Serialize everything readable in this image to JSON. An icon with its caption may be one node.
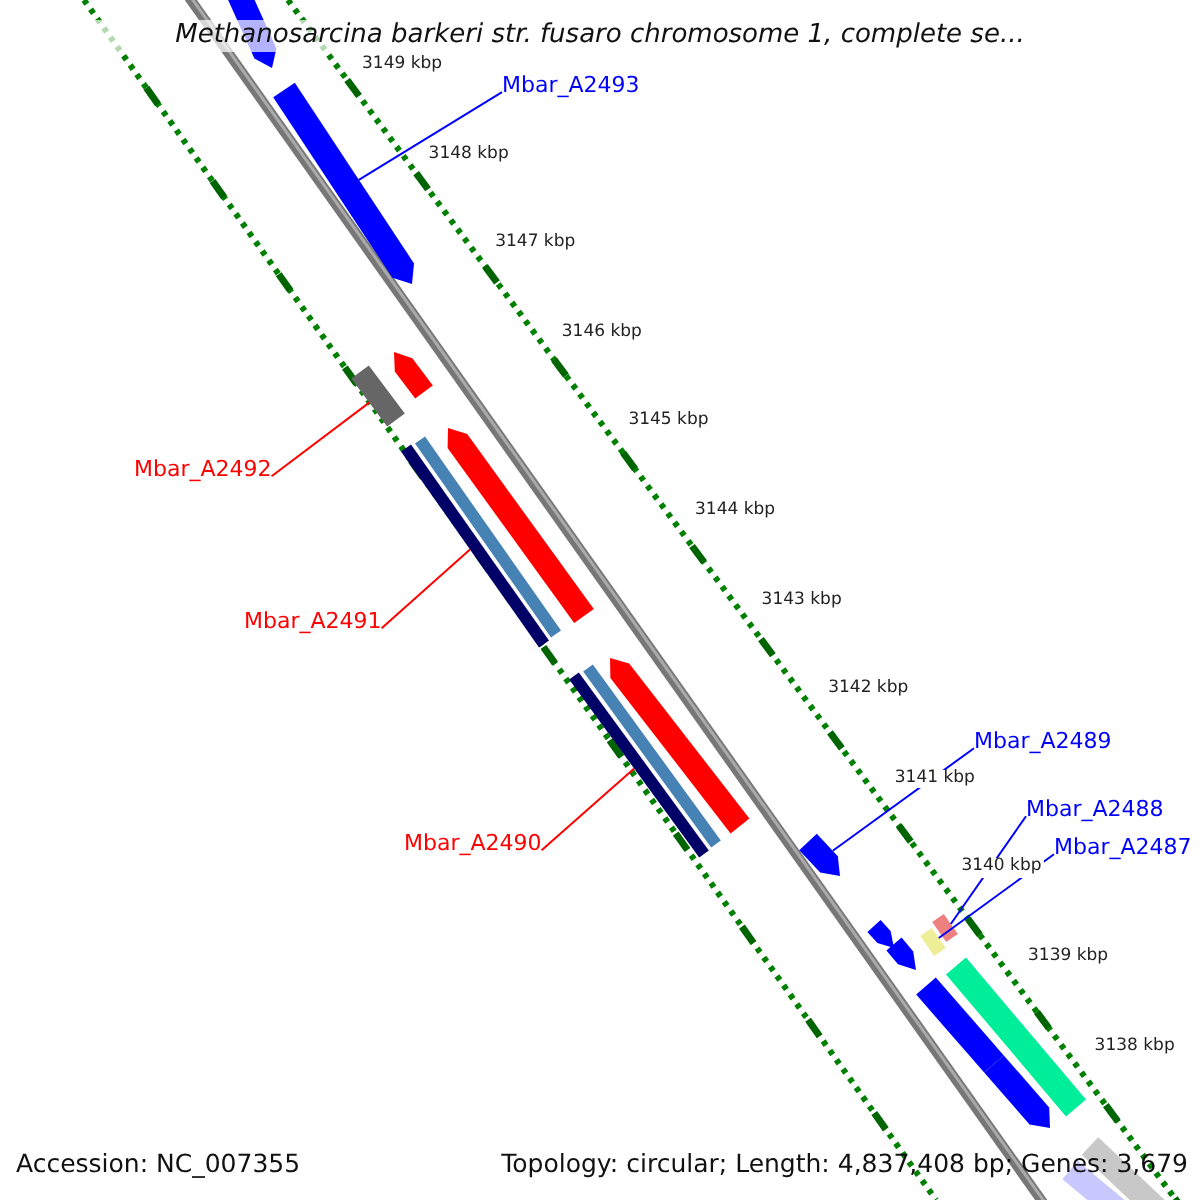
{
  "diagram": {
    "title": "Methanosarcina barkeri str. fusaro chromosome 1, complete se...",
    "nodes": [
      {
        "text": [
          "Mbar_A2493"
        ]
      },
      {
        "text": [],
        "shape": "bar"
      },
      {
        "text": [
          "Mbar_A2492"
        ]
      },
      {
        "text": [],
        "shape": "bar"
      },
      {
        "text": [
          "Mbar_A2491"
        ]
      },
      {
        "text": [],
        "shape": "bar"
      },
      {
        "text": [
          "Mbar_A2490"
        ]
      },
      {
        "text": [],
        "shape": "bar"
      },
      {
        "text": [
          "Mbar_A2489"
        ]
      },
      {
        "text": [],
        "shape": "bar"
      },
      {
        "text": [
          "Mbar_A2488"
        ]
      },
      {
        "text": [],
        "shape": "bar"
      },
      {
        "text": [
          "Mbar_A2487"
        ]
      },
      {
        "text": [],
        "shape": "bar"
      }
    ],
    "edges": [
      {
        "from": 0,
        "to": 1,
        "arrow": "none"
      },
      {
        "from": 2,
        "to": 3,
        "arrow": "none",
        "color": "#ff0000"
      },
      {
        "from": 4,
        "to": 5,
        "arrow": "none",
        "color": "#ff0000"
      },
      {
        "from": 6,
        "to": 7,
        "arrow": "none",
        "color": "#ff0000"
      },
      {
        "from": 8,
        "to": 9,
        "arrow": "none"
      },
      {
        "from": 10,
        "to": 11,
        "arrow": "none"
      },
      {
        "from": 12,
        "to": 13,
        "arrow": "none"
      }
    ],
    "labels": [
      "3149 kbp",
      "3148 kbp",
      "3147 kbp",
      "3146 kbp",
      "3145 kbp",
      "3144 kbp",
      "3143 kbp",
      "3142 kbp",
      "3141 kbp",
      "3140 kbp",
      "3139 kbp",
      "3138 kbp",
      "Accession: NC_007355",
      "Topology: circular; Length: 4,837,408 bp; Genes: 3,679"
    ]
  }
}
